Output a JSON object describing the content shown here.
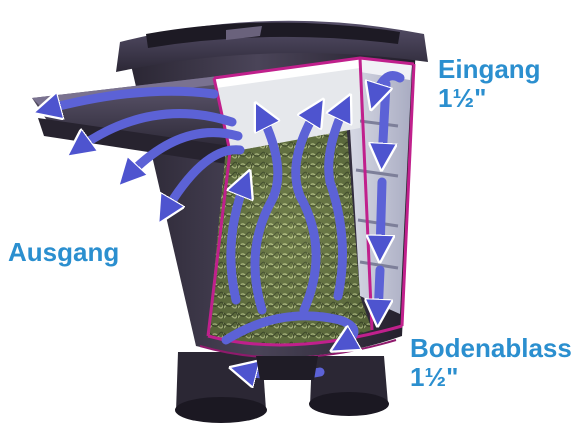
{
  "labels": {
    "inlet": {
      "name": "Eingang",
      "size": "1½\""
    },
    "outlet": {
      "name": "Ausgang"
    },
    "drain": {
      "name": "Bodenablass",
      "size": "1½\""
    }
  },
  "colors": {
    "label_text": "#2b8fcf",
    "housing": "#3a3447",
    "housing_dark": "#211d29",
    "cut_edge": "#c0208c",
    "flow_arrow": "#5c62d6",
    "foam": "#e6e8ec",
    "filter_media": "#7c8a52"
  },
  "icons": {
    "flow": "flow-arrow-icon"
  }
}
